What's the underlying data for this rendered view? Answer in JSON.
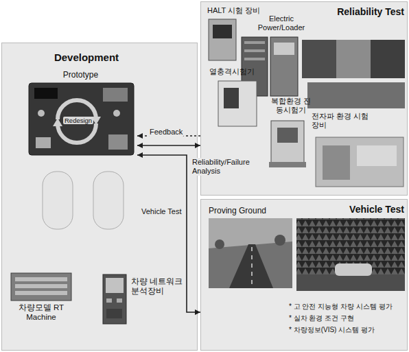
{
  "diagram": {
    "nodes": [
      {
        "text": [
          "Development"
        ]
      },
      {
        "text": [
          "Prototype"
        ],
        "in": 0
      },
      {
        "text": [
          "차량모델 RT Machine"
        ],
        "in": 0
      },
      {
        "text": [
          "차량 네트워크 분석장비"
        ],
        "in": 0
      },
      {
        "text": [
          "Reliability Test"
        ]
      },
      {
        "text": [
          "HALT 시험 장비"
        ],
        "in": 4
      },
      {
        "text": [
          "Electric Power/Loader"
        ],
        "in": 4
      },
      {
        "text": [
          "열충격시험기"
        ],
        "in": 4
      },
      {
        "text": [
          "복합환경 진동시험기"
        ],
        "in": 4
      },
      {
        "text": [
          "전자파 환경 시험장비"
        ],
        "in": 4
      },
      {
        "text": [
          "Vehicle Test",
          "* 고 안전 지능형 차량 시스템 평가",
          "* 실차 환경 조건 구현",
          "* 차량정보(VIS) 시스템 평가"
        ]
      },
      {
        "text": [
          "Proving Ground"
        ],
        "in": 10
      }
    ],
    "edges": [
      {
        "from": 4,
        "to": 1,
        "arrow": "to",
        "label": "Feedback"
      },
      {
        "from": 1,
        "to": 4,
        "arrow": "both",
        "label": "Reliability/Failure Analysis"
      },
      {
        "from": 1,
        "to": 10,
        "arrow": "both",
        "label": "Vehicle Test"
      }
    ],
    "labels": [
      "Redesign"
    ]
  }
}
